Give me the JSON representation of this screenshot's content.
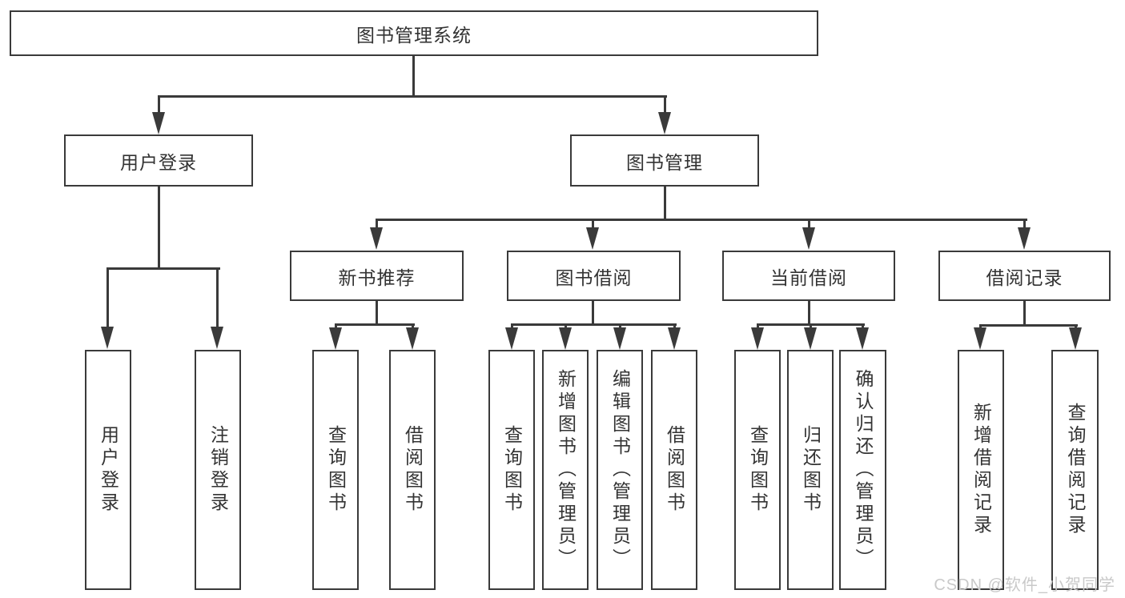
{
  "diagram_title": "图书管理系统",
  "nodes": {
    "root": {
      "label": "图书管理系统"
    },
    "user_login": {
      "label": "用户登录"
    },
    "book_mgmt": {
      "label": "图书管理"
    },
    "new_book_rec": {
      "label": "新书推荐"
    },
    "book_borrow": {
      "label": "图书借阅"
    },
    "current_borrow": {
      "label": "当前借阅"
    },
    "borrow_record": {
      "label": "借阅记录"
    },
    "ul_login": {
      "label": "用户登录"
    },
    "ul_logout": {
      "label": "注销登录"
    },
    "nbr_query": {
      "label": "查询图书"
    },
    "nbr_borrow": {
      "label": "借阅图书"
    },
    "bb_query": {
      "label": "查询图书"
    },
    "bb_add": {
      "label": "新增图书（管理员）"
    },
    "bb_edit": {
      "label": "编辑图书（管理员）"
    },
    "bb_borrow": {
      "label": "借阅图书"
    },
    "cb_query": {
      "label": "查询图书"
    },
    "cb_return": {
      "label": "归还图书"
    },
    "cb_confirm": {
      "label": "确认归还（管理员）"
    },
    "br_add": {
      "label": "新增借阅记录"
    },
    "br_query": {
      "label": "查询借阅记录"
    }
  },
  "edges": [
    {
      "from": "root",
      "to": [
        "user_login",
        "book_mgmt"
      ]
    },
    {
      "from": "user_login",
      "to": [
        "ul_login",
        "ul_logout"
      ]
    },
    {
      "from": "book_mgmt",
      "to": [
        "new_book_rec",
        "book_borrow",
        "current_borrow",
        "borrow_record"
      ]
    },
    {
      "from": "new_book_rec",
      "to": [
        "nbr_query",
        "nbr_borrow"
      ]
    },
    {
      "from": "book_borrow",
      "to": [
        "bb_query",
        "bb_add",
        "bb_edit",
        "bb_borrow"
      ]
    },
    {
      "from": "current_borrow",
      "to": [
        "cb_query",
        "cb_return",
        "cb_confirm"
      ]
    },
    {
      "from": "borrow_record",
      "to": [
        "br_add",
        "br_query"
      ]
    }
  ],
  "watermark": {
    "text": "CSDN @软件_小贺同学"
  },
  "colors": {
    "line": "#3a3a3a",
    "text": "#333333",
    "watermark": "#c9c9c9",
    "background": "#ffffff"
  }
}
